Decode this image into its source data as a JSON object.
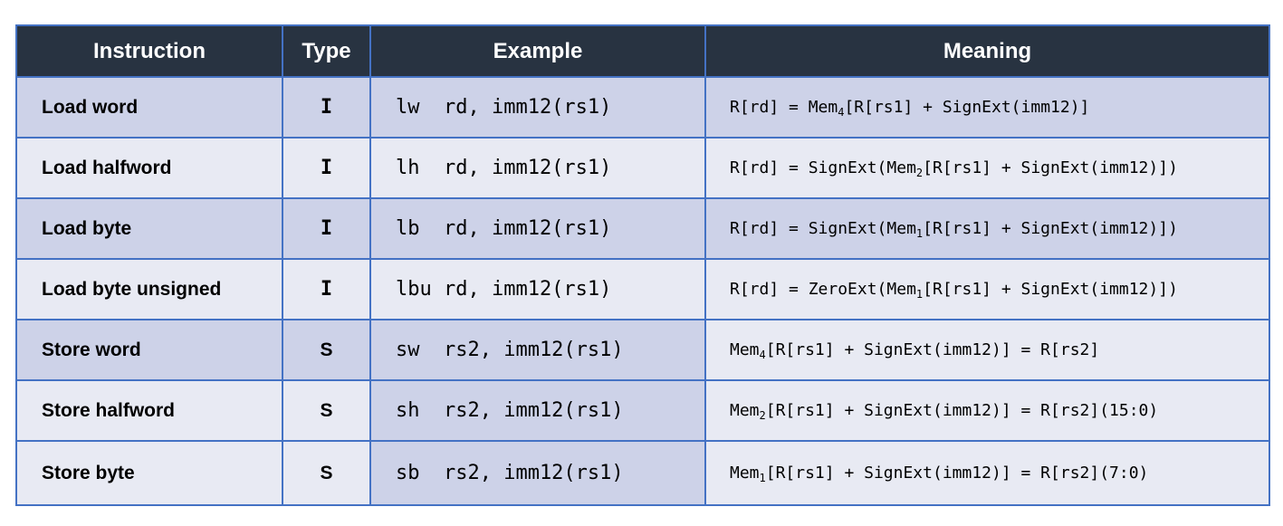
{
  "table": {
    "headers": [
      "Instruction",
      "Type",
      "Example",
      "Meaning"
    ],
    "rows": [
      {
        "instruction": "Load word",
        "type": "I",
        "example": "lw  rd, imm12(rs1)",
        "meaning": {
          "pre": "R[rd] = Mem",
          "sub": "4",
          "post": "[R[rs1] + SignExt(imm12)]"
        }
      },
      {
        "instruction": "Load halfword",
        "type": "I",
        "example": "lh  rd, imm12(rs1)",
        "meaning": {
          "pre": "R[rd] = SignExt(Mem",
          "sub": "2",
          "post": "[R[rs1] + SignExt(imm12)])"
        }
      },
      {
        "instruction": "Load byte",
        "type": "I",
        "example": "lb  rd, imm12(rs1)",
        "meaning": {
          "pre": "R[rd] = SignExt(Mem",
          "sub": "1",
          "post": "[R[rs1] + SignExt(imm12)])"
        }
      },
      {
        "instruction": "Load byte unsigned",
        "type": "I",
        "example": "lbu rd, imm12(rs1)",
        "meaning": {
          "pre": "R[rd] = ZeroExt(Mem",
          "sub": "1",
          "post": "[R[rs1] + SignExt(imm12)])"
        }
      },
      {
        "instruction": "Store word",
        "type": "S",
        "example": "sw  rs2, imm12(rs1)",
        "meaning": {
          "pre": "Mem",
          "sub": "4",
          "post": "[R[rs1] + SignExt(imm12)] = R[rs2]"
        }
      },
      {
        "instruction": "Store halfword",
        "type": "S",
        "example": "sh  rs2, imm12(rs1)",
        "meaning": {
          "pre": "Mem",
          "sub": "2",
          "post": "[R[rs1] + SignExt(imm12)] = R[rs2](15:0)"
        }
      },
      {
        "instruction": "Store byte",
        "type": "S",
        "example": "sb  rs2, imm12(rs1)",
        "meaning": {
          "pre": "Mem",
          "sub": "1",
          "post": "[R[rs1] + SignExt(imm12)] = R[rs2](7:0)"
        }
      }
    ]
  },
  "colors": {
    "header_bg": "#283341",
    "border": "#4472c4",
    "row_dark": "#cdd2e8",
    "row_light": "#e8eaf3"
  }
}
